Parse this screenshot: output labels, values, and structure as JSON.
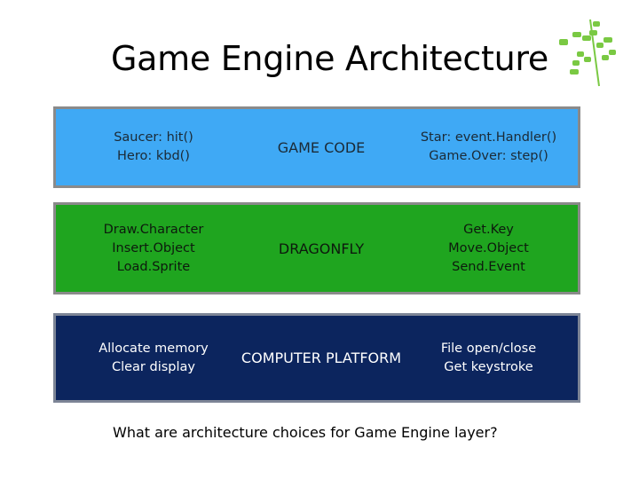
{
  "slide": {
    "title": "Game Engine Architecture",
    "question": "What are architecture choices for Game Engine layer?"
  },
  "layers": {
    "game_code": {
      "left_lines": [
        "Saucer: hit()",
        "Hero: kbd()"
      ],
      "center": "GAME CODE",
      "right_lines": [
        "Star: event.Handler()",
        "Game.Over: step()"
      ],
      "color": "#3fa9f5"
    },
    "engine": {
      "left_lines": [
        "Draw.Character",
        "Insert.Object",
        "Load.Sprite"
      ],
      "center": "DRAGONFLY",
      "right_lines": [
        "Get.Key",
        "Move.Object",
        "Send.Event"
      ],
      "color": "#1fa51f"
    },
    "platform": {
      "left_lines": [
        "Allocate memory",
        "Clear display"
      ],
      "center": "COMPUTER PLATFORM",
      "right_lines": [
        "File open/close",
        "Get keystroke"
      ],
      "color": "#0c255e"
    }
  },
  "logo": {
    "icon": "dragonfly-logo-icon",
    "color": "#7ac943"
  }
}
